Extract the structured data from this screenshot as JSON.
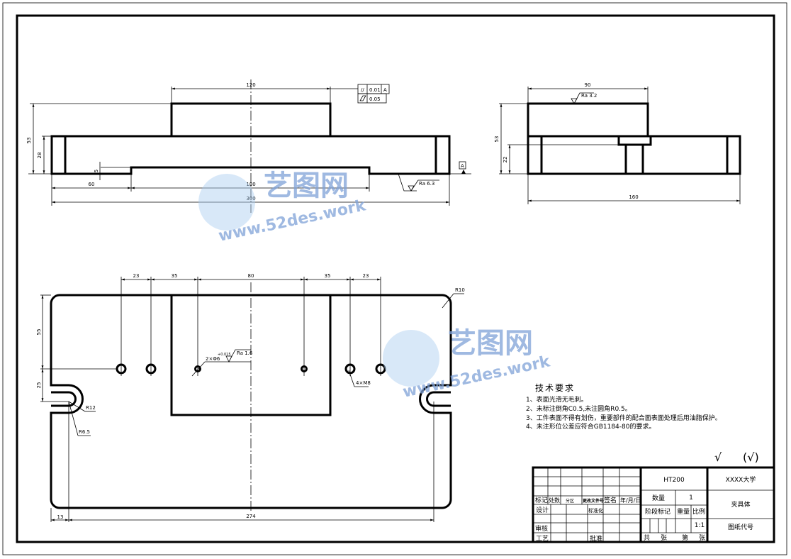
{
  "drawing": {
    "front_view": {
      "width_top": "120",
      "height_total": "53",
      "height_base": "28",
      "recess_depth": "5",
      "left_offset": "60",
      "recess_width": "180",
      "width_total": "300",
      "gdt_parallel": "0.01",
      "gdt_datum": "A",
      "gdt_flatness": "0.05",
      "datum_label": "A",
      "roughness": "Ra 6.3"
    },
    "side_view": {
      "width_top": "90",
      "roughness": "Ra 3.2",
      "height_total": "53",
      "height_inner": "22",
      "width_total": "160"
    },
    "plan_view": {
      "dims_top": [
        "23",
        "35",
        "80",
        "35",
        "23"
      ],
      "radius_corner": "R10",
      "height_55": "55",
      "height_25": "25",
      "radius_r12": "R12",
      "radius_r65": "R6.5",
      "pin_hole": "2×Φ6",
      "pin_tol": "+0.015",
      "roughness": "Ra 1.6",
      "thread_holes": "4×M8",
      "dim_13": "13",
      "dim_274": "274"
    }
  },
  "tech_requirements": {
    "title": "技术要求",
    "items": [
      "1、表面光滑无毛刺。",
      "2、未标注倒角C0.5,未注圆角R0.5。",
      "3、工件表面不得有划伤，重要部件的配合面表面处理后用油脂保护。",
      "4、未注形位公差应符合GB1184-80的要求。"
    ]
  },
  "roughness_note": {
    "symbol": "√",
    "other": "(√)"
  },
  "title_block": {
    "material": "HT200",
    "school": "XXXX大学",
    "part_name": "夹具体",
    "drawing_no": "图纸代号",
    "qty_label": "数量",
    "qty": "1",
    "stage_label": "阶段标记",
    "weight_label": "重量",
    "scale_label": "比例",
    "scale": "1:1",
    "sheets_total": "共",
    "sheet_unit": "张",
    "sheet_no": "第",
    "sheet_unit2": "张",
    "row_labels": [
      "标记",
      "处数",
      "分区",
      "更改文件号",
      "签名",
      "年/月/日"
    ],
    "design": "设计",
    "standard": "标准化",
    "review": "审核",
    "process": "工艺",
    "approve": "批准"
  },
  "watermark": {
    "brand": "艺图网",
    "url": "www.52des.work"
  }
}
